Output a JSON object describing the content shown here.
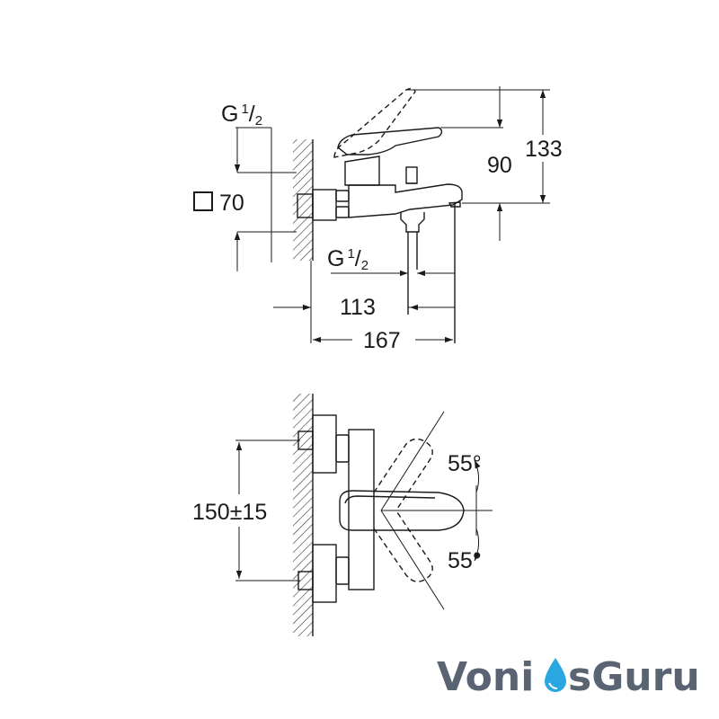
{
  "top_view": {
    "thread_top": {
      "base": "G",
      "sup": "1",
      "sub": "2"
    },
    "square_size": "70",
    "thread_bottom": {
      "base": "G",
      "sup": "1",
      "sub": "2"
    },
    "dim_90": "90",
    "dim_133": "133",
    "dim_113": "113",
    "dim_167": "167"
  },
  "bottom_view": {
    "dim_spacing": "150±15",
    "angle_upper": "55°",
    "angle_lower": "55°"
  },
  "watermark": {
    "brand_part1": "Voni",
    "brand_part2": "sGuru",
    "icon": "water-drop-icon",
    "brand_color": "#5a6372",
    "accent_color": "#2aa6e0"
  }
}
